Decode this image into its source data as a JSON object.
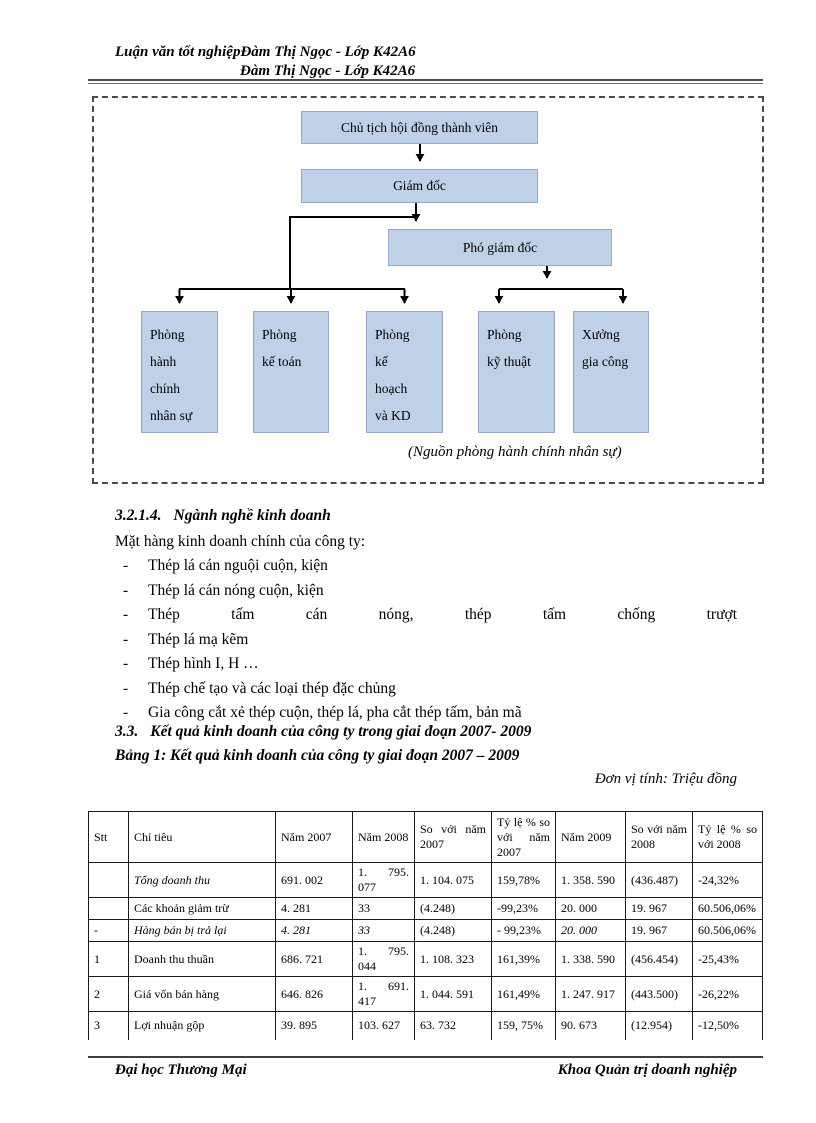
{
  "header": {
    "line1": "Luận văn tốt nghiệpĐàm Thị Ngọc - Lớp K42A6",
    "line2": "Đàm Thị Ngọc - Lớp K42A6"
  },
  "org_chart": {
    "chairman": "Chủ tịch hội đồng thành viên",
    "director": "Giám đốc",
    "vice_director": "Phó giám đốc",
    "departments": [
      "Phòng\nhành\nchính\nnhân sự",
      "Phòng\nkế toán",
      "Phòng\nkế\nhoạch\nvà KD",
      "Phòng\nkỹ thuật",
      "Xưởng\ngia công"
    ],
    "source_note": "(Nguồn phòng hành chính nhân sự)",
    "box_fill": "#bfd1e6",
    "box_border": "#94aac8"
  },
  "section": {
    "heading_number": "3.2.1.4.",
    "heading_text": "Ngành nghề kinh doanh",
    "intro": "Mặt hàng kinh doanh chính của công ty:",
    "bullet_marker": "-",
    "bullets": [
      {
        "text": "Thép lá cán nguội cuộn, kiện",
        "justified": false
      },
      {
        "text": "Thép lá cán nóng cuộn, kiện",
        "justified": false
      },
      {
        "text": "Thép tấm cán nóng, thép tấm chống trượt",
        "justified": true
      },
      {
        "text": "Thép lá mạ kẽm",
        "justified": false
      },
      {
        "text": "Thép hình I, H …",
        "justified": false
      },
      {
        "text": "Thép chế tạo và các loại thép đặc chủng",
        "justified": false
      },
      {
        "text": "Gia công cắt xẻ thép cuộn, thép lá, pha cắt thép tấm, bản mã",
        "justified": false
      }
    ]
  },
  "results": {
    "heading_number": "3.3.",
    "heading_text": "Kết quả kinh doanh của công ty trong giai đoạn 2007- 2009",
    "table_title": "Bảng 1: Kết quả kinh doanh của công ty giai đoạn 2007 – 2009",
    "unit_note": "Đơn vị tính: Triệu đồng"
  },
  "table": {
    "columns": [
      "Stt",
      "Chỉ tiêu",
      "Năm 2007",
      "Năm 2008",
      "So với năm 2007",
      "Tỷ lệ % so với năm 2007",
      "Năm 2009",
      "So với năm 2008",
      "Tỷ lệ % so với 2008"
    ],
    "rows": [
      {
        "cells": [
          "",
          "Tổng doanh thu",
          "691. 002",
          "1. 795. 077",
          "1. 104. 075",
          "159,78%",
          "1. 358. 590",
          "(436.487)",
          "-24,32%"
        ],
        "italic_cells": [
          1
        ]
      },
      {
        "cells": [
          "",
          "Các khoản giảm trừ",
          "4. 281",
          "33",
          "(4.248)",
          "-99,23%",
          "20. 000",
          "19. 967",
          "60.506,06%"
        ],
        "italic_cells": []
      },
      {
        "cells": [
          "-",
          "Hàng bán bị trả lại",
          "4. 281",
          "33",
          "(4.248)",
          "- 99,23%",
          "20. 000",
          "19. 967",
          "60.506,06%"
        ],
        "italic_cells": [
          1,
          2,
          3,
          6
        ]
      },
      {
        "cells": [
          "1",
          "Doanh thu thuần",
          "686. 721",
          "1. 795. 044",
          "1. 108. 323",
          "161,39%",
          "1. 338. 590",
          "(456.454)",
          "-25,43%"
        ],
        "italic_cells": []
      },
      {
        "cells": [
          "2",
          "Giá vốn bán hàng",
          "646. 826",
          "1. 691. 417",
          "1. 044. 591",
          "161,49%",
          "1. 247. 917",
          "(443.500)",
          "-26,22%"
        ],
        "italic_cells": []
      },
      {
        "cells": [
          "3",
          "Lợi nhuận gộp",
          "39. 895",
          "103. 627",
          "63. 732",
          "159, 75%",
          "90. 673",
          "(12.954)",
          "-12,50%"
        ],
        "italic_cells": []
      }
    ]
  },
  "footer": {
    "left": "Đại học Thương Mại",
    "right": "Khoa Quản trị doanh nghiệp"
  }
}
